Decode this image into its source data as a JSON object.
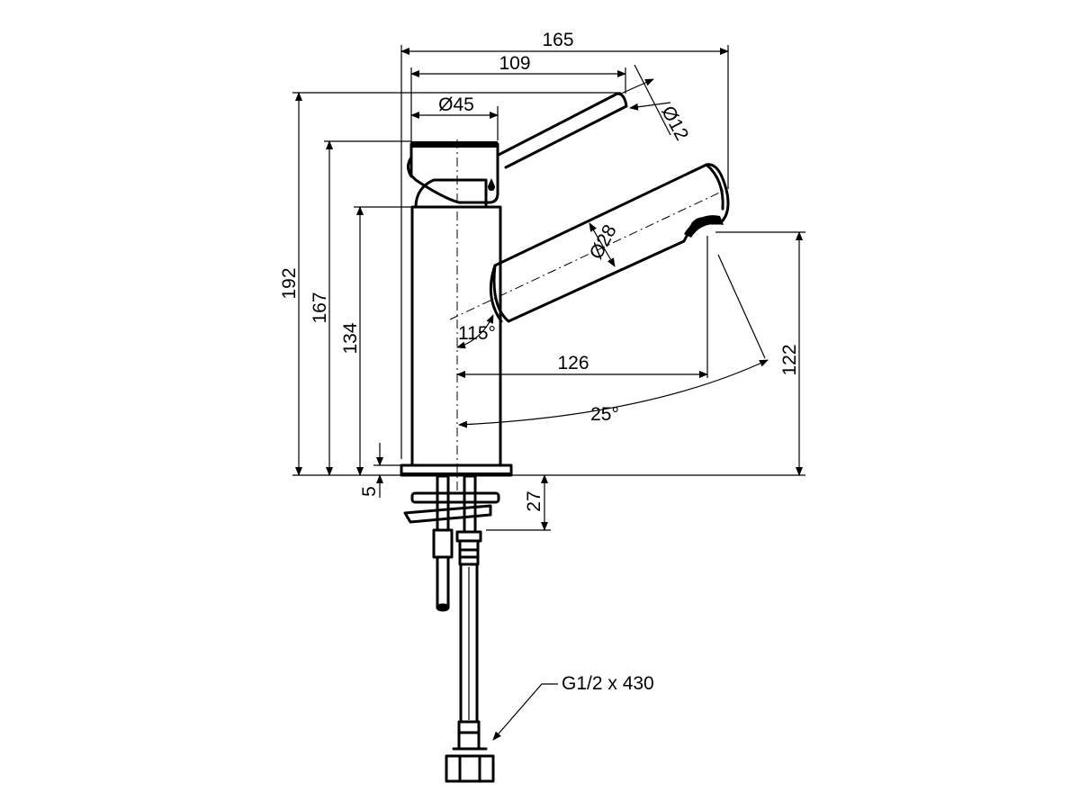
{
  "dimensions": {
    "overall_width": "165",
    "lever_reach": "109",
    "lever_diameter": "Ø12",
    "body_diameter": "Ø45",
    "spout_diameter": "Ø28",
    "overall_height": "192",
    "lever_top_height": "167",
    "body_height": "134",
    "spout_outlet_height": "122",
    "spout_reach": "126",
    "spout_angle": "115°",
    "swivel_angle": "25°",
    "base_plate_height": "5",
    "below_deck_depth": "27"
  },
  "callouts": {
    "flex_hose": "G1/2 x 430"
  }
}
